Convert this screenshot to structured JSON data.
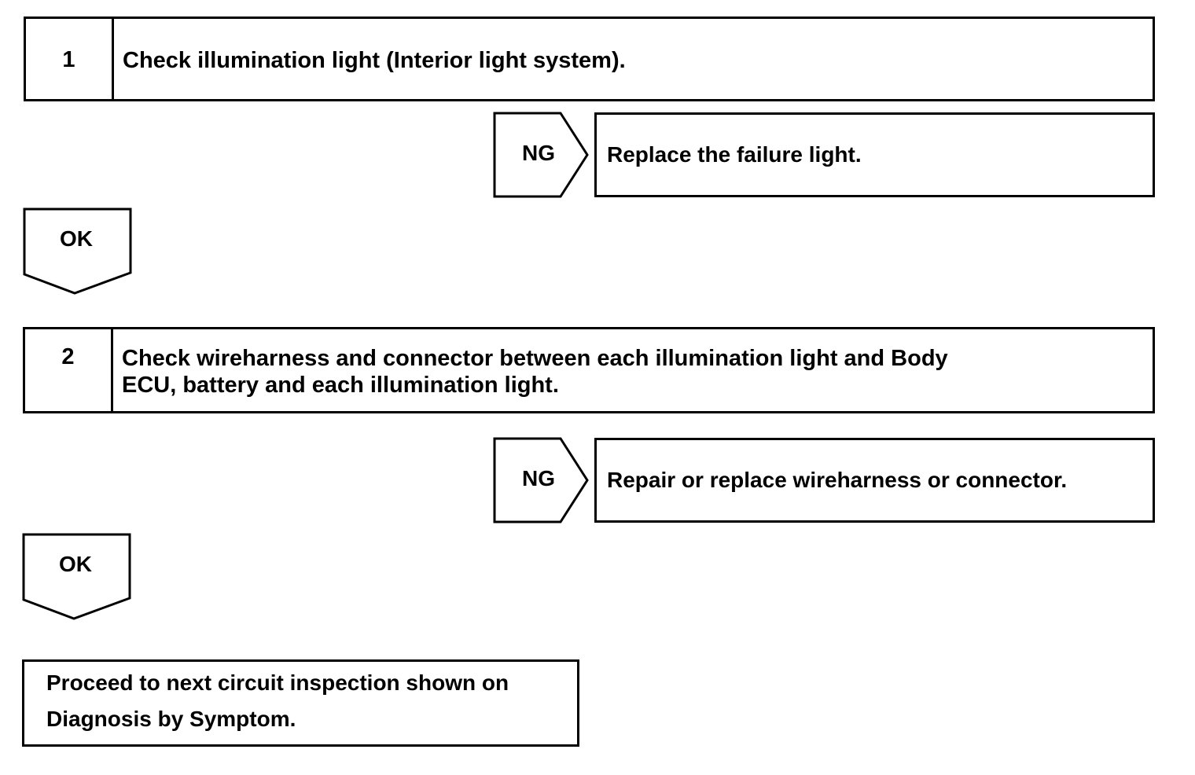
{
  "steps": [
    {
      "number": "1",
      "text": "Check illumination light (Interior light system)."
    },
    {
      "number": "2",
      "text_line1": "Check wireharness and connector between each illumination light and Body",
      "text_line2": "ECU, battery and each illumination light."
    }
  ],
  "results": [
    {
      "ng_label": "NG",
      "action": "Replace the failure light.",
      "ok_label": "OK"
    },
    {
      "ng_label": "NG",
      "action": "Repair or replace wireharness or connector.",
      "ok_label": "OK"
    }
  ],
  "final": {
    "line1": "Proceed to next circuit inspection shown on",
    "line2": "Diagnosis by Symptom."
  }
}
